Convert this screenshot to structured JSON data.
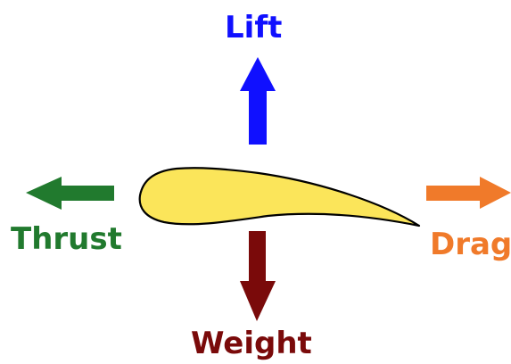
{
  "forces": {
    "lift": {
      "label": "Lift",
      "color": "#1010ff"
    },
    "thrust": {
      "label": "Thrust",
      "color": "#217a2e"
    },
    "drag": {
      "label": "Drag",
      "color": "#f07a2a"
    },
    "weight": {
      "label": "Weight",
      "color": "#7a0a0a"
    }
  },
  "airfoil": {
    "fill": "#fbe55a",
    "stroke": "#000000"
  }
}
